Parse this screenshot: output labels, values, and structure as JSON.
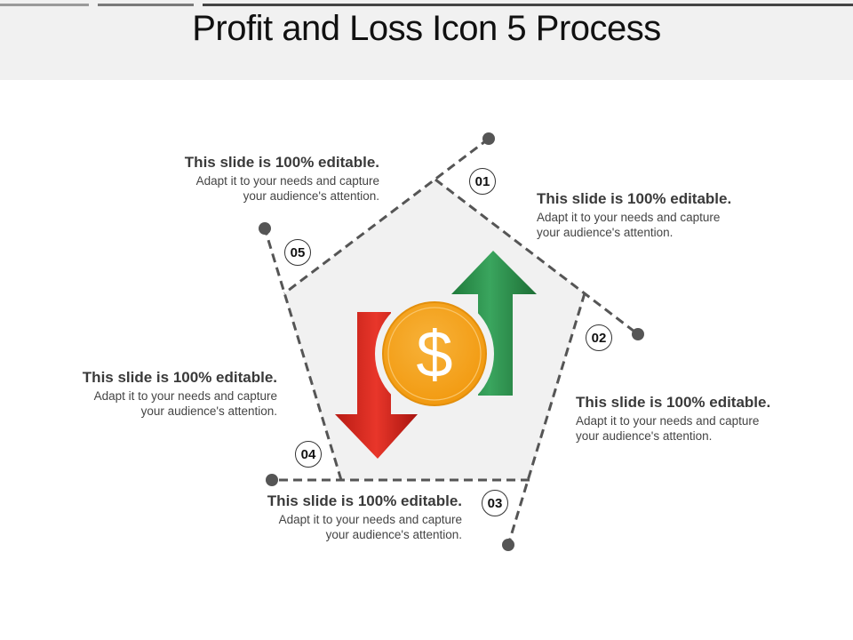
{
  "slide": {
    "title": "Profit and Loss Icon 5 Process"
  },
  "colors": {
    "header_bg": "#f1f1f1",
    "pentagon_fill": "#f1f1f1",
    "dash_line": "#555555",
    "up_arrow": "#2e8b4a",
    "down_arrow": "#d9261c",
    "coin": "#f5a41b"
  },
  "icons": {
    "center": "profit-loss-dollar-coin-with-up-down-arrows"
  },
  "steps": [
    {
      "number": "01",
      "heading": "This slide is 100% editable.",
      "body_line1": "Adapt it to your needs and capture",
      "body_line2": "your audience's attention."
    },
    {
      "number": "02",
      "heading": "This slide is 100% editable.",
      "body_line1": "Adapt it to your needs and capture",
      "body_line2": "your audience's attention."
    },
    {
      "number": "03",
      "heading": "This slide is 100% editable.",
      "body_line1": "Adapt it to your needs and capture",
      "body_line2": "your audience's attention."
    },
    {
      "number": "04",
      "heading": "This slide is 100% editable.",
      "body_line1": "Adapt it to your needs and capture",
      "body_line2": "your audience's attention."
    },
    {
      "number": "05",
      "heading": "This slide is 100% editable.",
      "body_line1": "Adapt it to your needs and capture",
      "body_line2": "your audience's attention."
    }
  ]
}
